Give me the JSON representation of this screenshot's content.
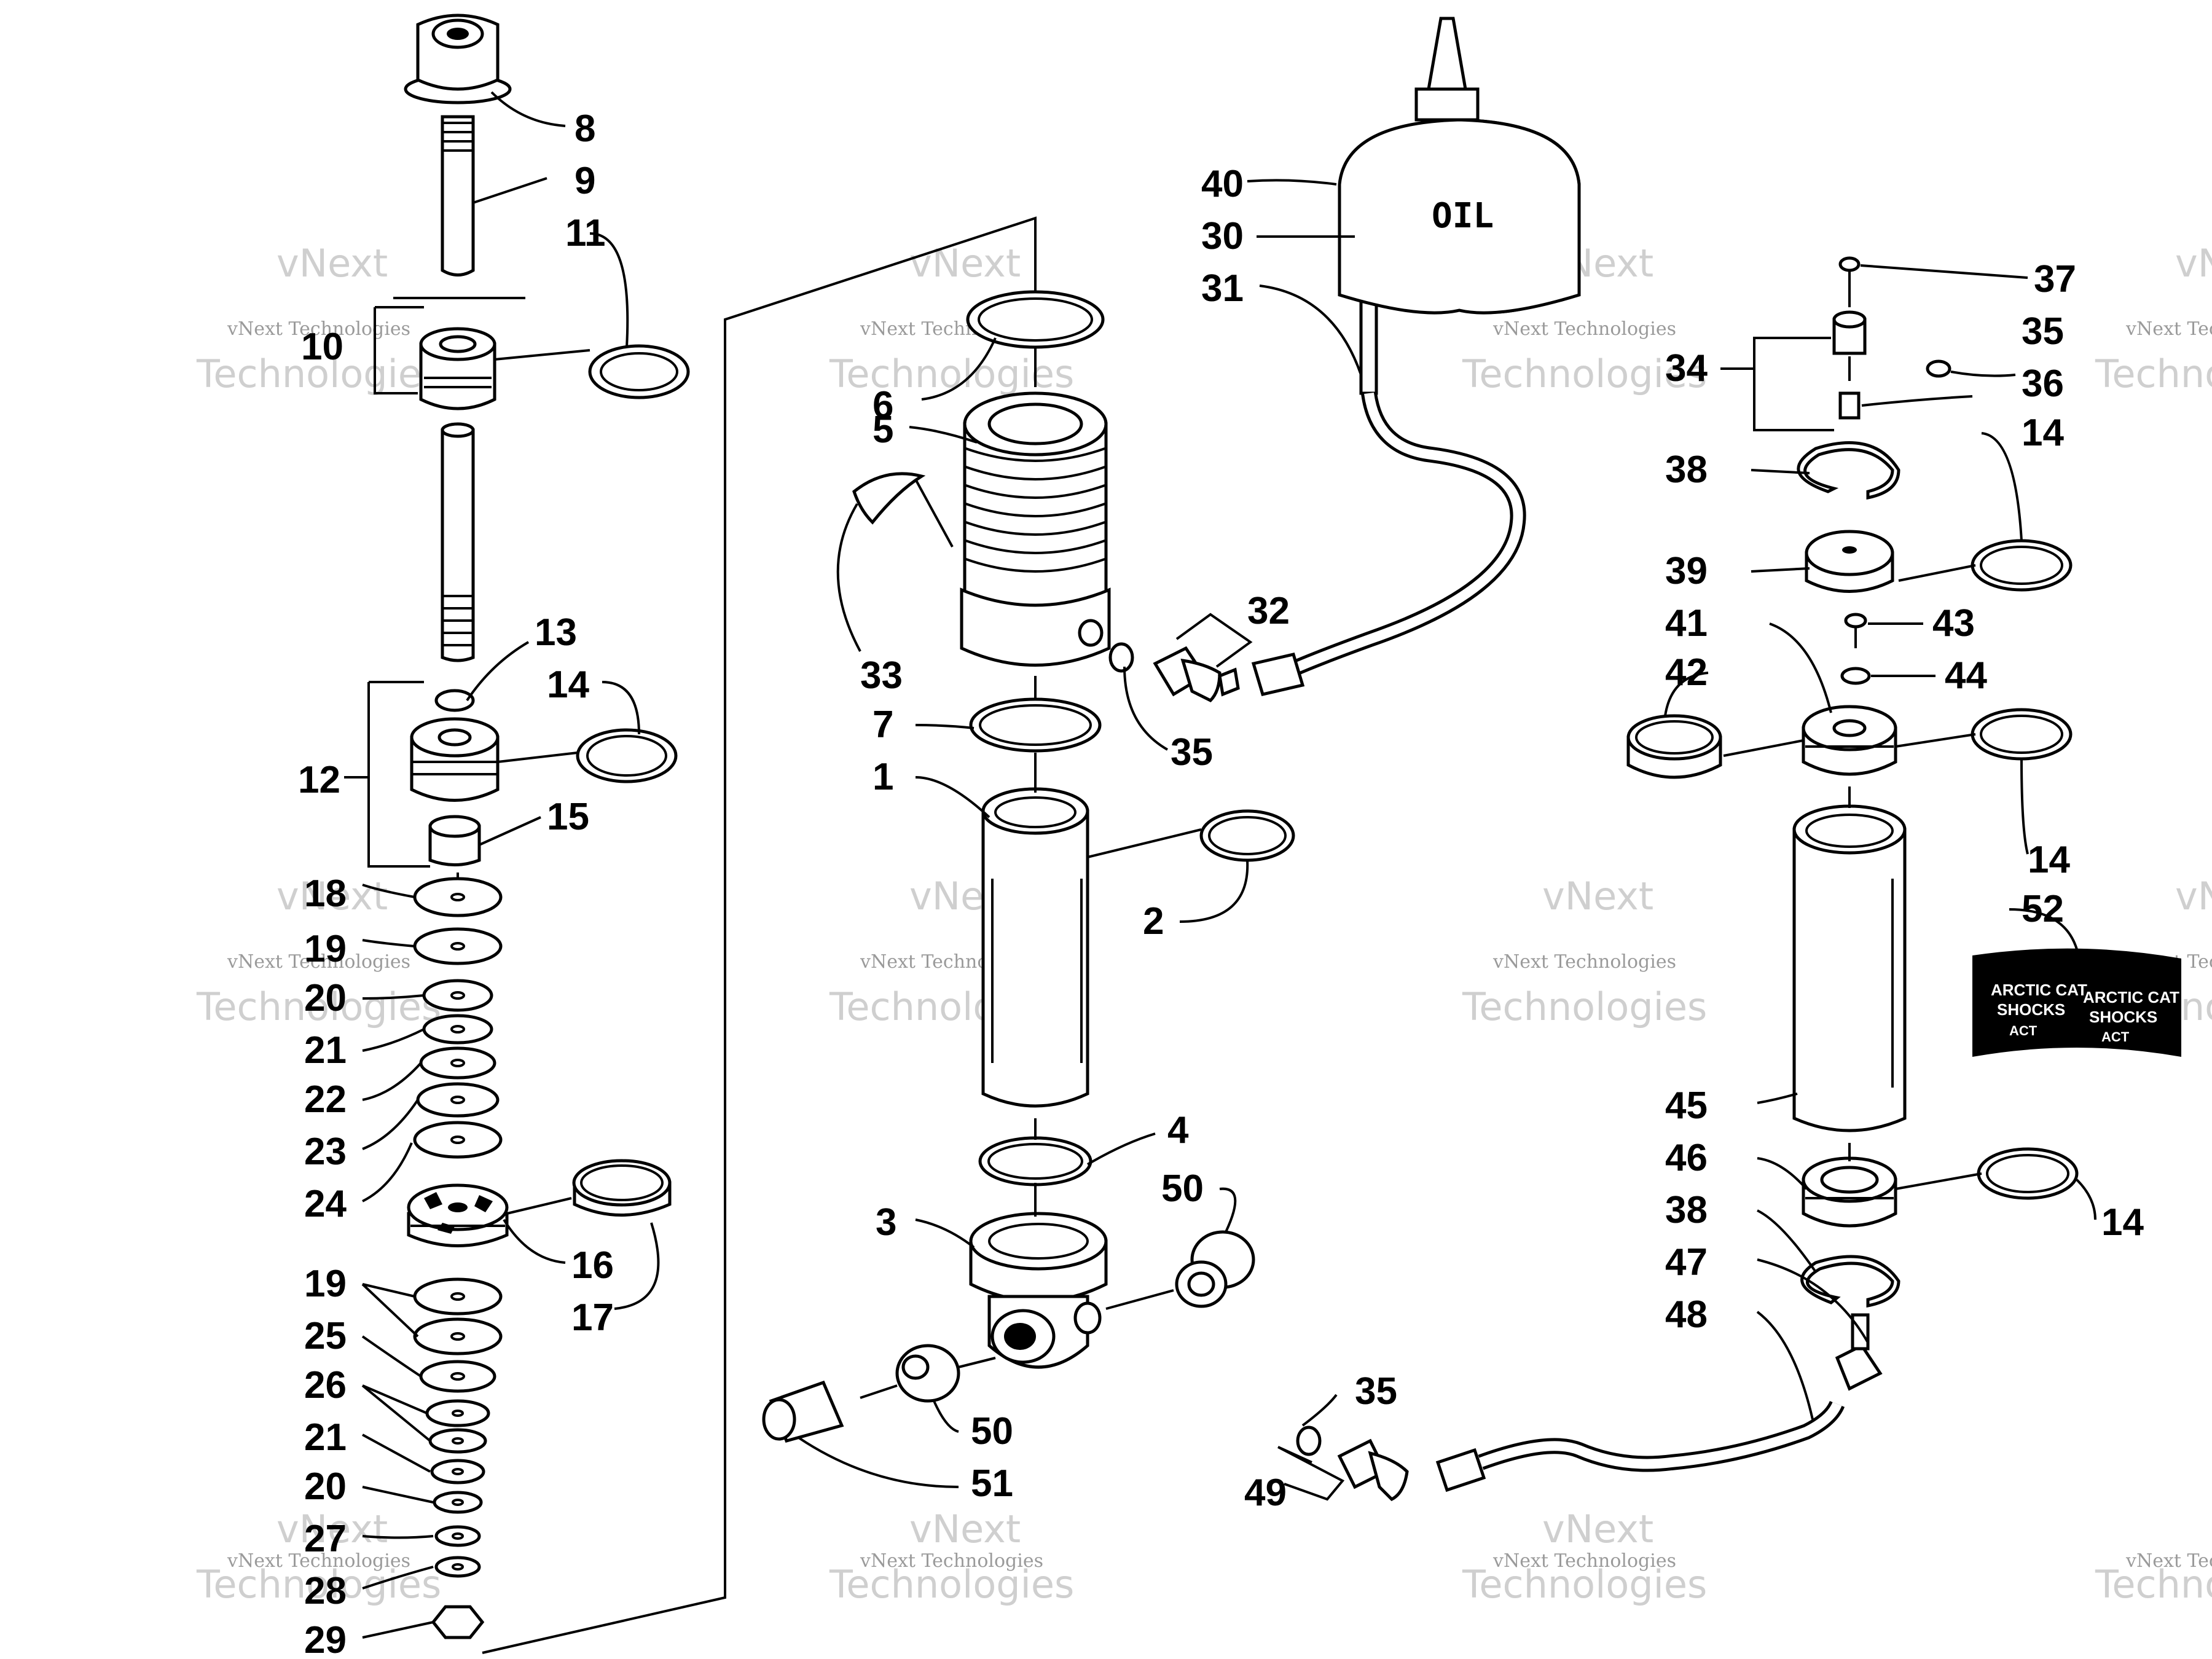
{
  "watermark": {
    "line1": "vNext Technologies",
    "line2": "vNext",
    "line3": "Technologies"
  },
  "oil_bottle_text": "OIL",
  "sticker": {
    "brand_line1": "ARCTIC CAT",
    "brand_line2": "SHOCKS",
    "logo": "ACT"
  },
  "callouts": {
    "c1": "1",
    "c2": "2",
    "c3": "3",
    "c4": "4",
    "c5": "5",
    "c6": "6",
    "c7": "7",
    "c8": "8",
    "c9": "9",
    "c10": "10",
    "c11": "11",
    "c12": "12",
    "c13": "13",
    "c14a": "14",
    "c14b": "14",
    "c14c": "14",
    "c14d": "14",
    "c15": "15",
    "c16": "16",
    "c17": "17",
    "c18": "18",
    "c19a": "19",
    "c19b": "19",
    "c20a": "20",
    "c20b": "20",
    "c21a": "21",
    "c21b": "21",
    "c22": "22",
    "c23": "23",
    "c24": "24",
    "c25": "25",
    "c26": "26",
    "c27": "27",
    "c28": "28",
    "c29": "29",
    "c30": "30",
    "c31": "31",
    "c32": "32",
    "c33": "33",
    "c34": "34",
    "c35a": "35",
    "c35b": "35",
    "c35c": "35",
    "c36": "36",
    "c37": "37",
    "c38a": "38",
    "c38b": "38",
    "c39": "39",
    "c40": "40",
    "c41": "41",
    "c42": "42",
    "c43": "43",
    "c44": "44",
    "c45": "45",
    "c46": "46",
    "c47": "47",
    "c48": "48",
    "c49": "49",
    "c50a": "50",
    "c50b": "50",
    "c51": "51",
    "c52": "52"
  }
}
